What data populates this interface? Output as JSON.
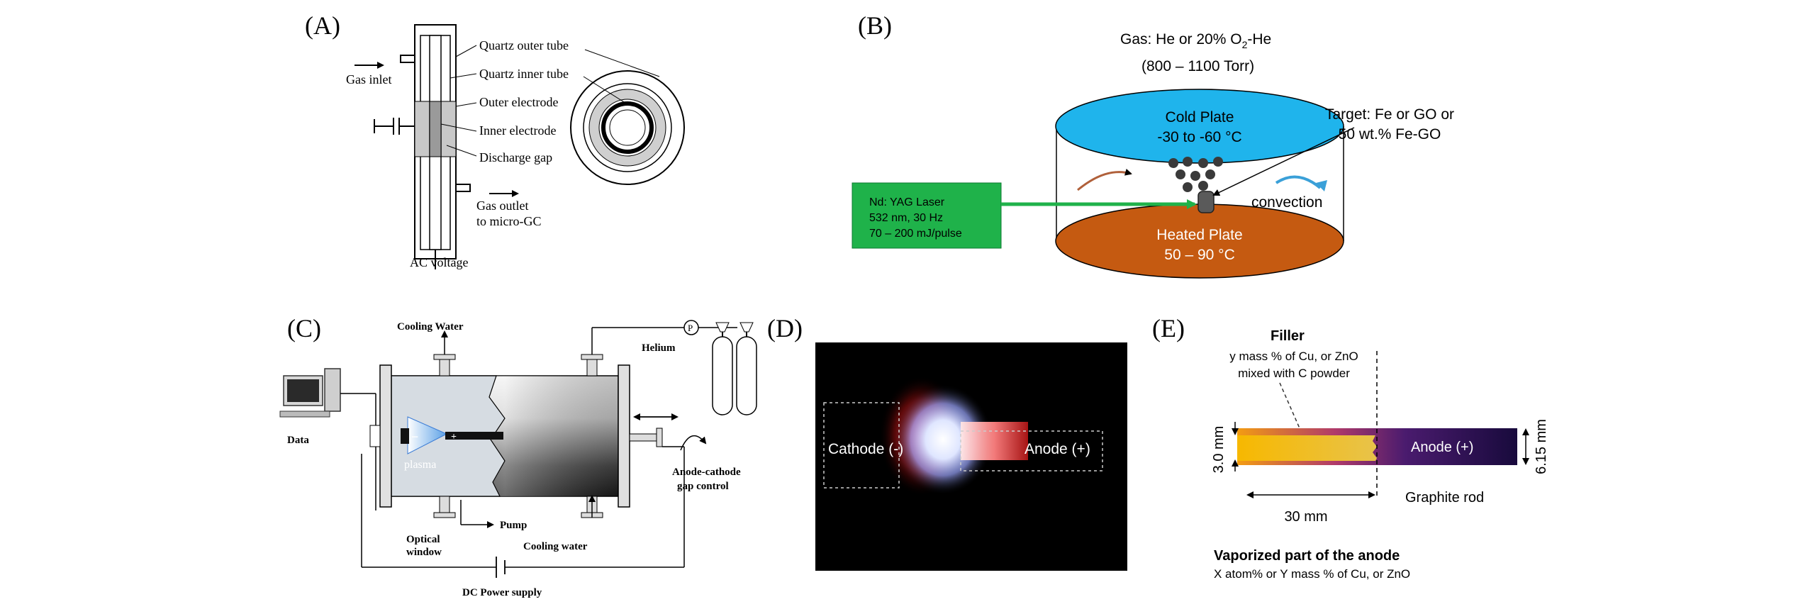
{
  "panel_a": {
    "label": "(A)",
    "gas_inlet": "Gas inlet",
    "outer_tube": "Quartz outer tube",
    "inner_tube": "Quartz inner tube",
    "outer_electrode": "Outer electrode",
    "inner_electrode": "Inner electrode",
    "discharge_gap": "Discharge gap",
    "gas_outlet_1": "Gas outlet",
    "gas_outlet_2": "to micro-GC",
    "ac_voltage": "AC voltage"
  },
  "panel_b": {
    "label": "(B)",
    "gas_prefix": "Gas: He or 20% O",
    "gas_sub": "2",
    "gas_suffix": "-He",
    "pressure": "(800 – 1100 Torr)",
    "cold_plate": "Cold Plate",
    "cold_temp": "-30 to -60 °C",
    "heated_plate": "Heated Plate",
    "heated_temp": "50 – 90 °C",
    "target_1": "Target: Fe or GO or",
    "target_2": "50 wt.% Fe-GO",
    "laser_1": "Nd: YAG Laser",
    "laser_2": "532 nm, 30 Hz",
    "laser_3": "70 – 200 mJ/pulse",
    "convection": "convection",
    "colors": {
      "cold": "#1fb4ec",
      "heated": "#c55a11",
      "laser": "#1fb24a"
    }
  },
  "panel_c": {
    "label": "(C)",
    "cooling_water_top": "Cooling Water",
    "helium": "Helium",
    "p_symbol": "P",
    "data": "Data",
    "plasma": "plasma",
    "gap_control_1": "Anode-cathode",
    "gap_control_2": "gap control",
    "pump": "Pump",
    "optical_1": "Optical",
    "optical_2": "window",
    "cooling_water_bottom": "Cooling water",
    "dc_power": "DC Power supply"
  },
  "panel_d": {
    "label": "(D)",
    "cathode": "Cathode (-)",
    "anode": "Anode (+)"
  },
  "panel_e": {
    "label": "(E)",
    "filler": "Filler",
    "filler_desc_1": "y mass % of Cu, or ZnO",
    "filler_desc_2": "mixed with C powder",
    "anode": "Anode (+)",
    "dim_height": "3.0 mm",
    "dim_diameter": "6.15 mm",
    "dim_length": "30 mm",
    "graphite_rod": "Graphite rod",
    "vaporized": "Vaporized part of the anode",
    "vaporized_desc": "X atom% or Y mass % of Cu, or ZnO"
  }
}
